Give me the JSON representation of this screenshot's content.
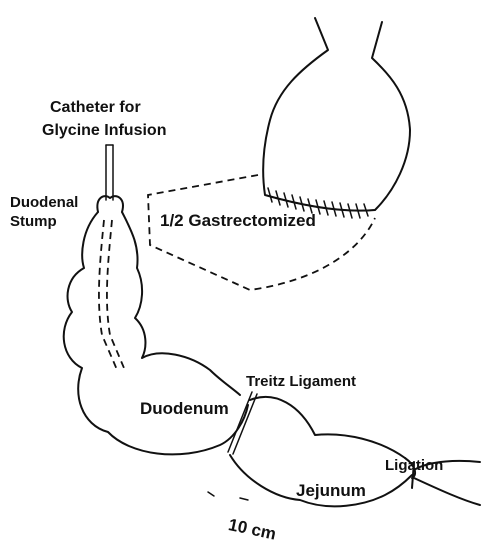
{
  "labels": {
    "catheter": [
      "Catheter for",
      "Glycine Infusion"
    ],
    "duodenal_stump": [
      "Duodenal",
      "Stump"
    ],
    "gastrectomized": "1/2 Gastrectomized",
    "treitz": "Treitz Ligament",
    "duodenum": "Duodenum",
    "jejunum": "Jejunum",
    "ligation": "Ligation",
    "distance": "10 cm"
  }
}
